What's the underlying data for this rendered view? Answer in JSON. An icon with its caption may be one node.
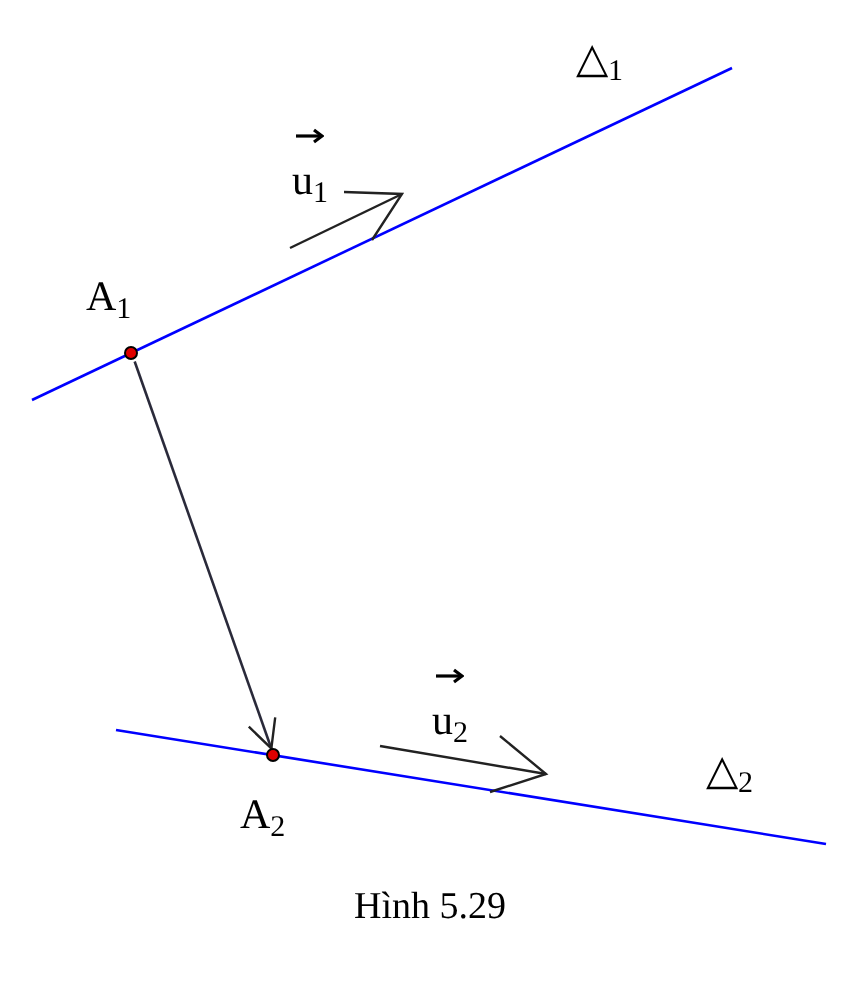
{
  "diagram": {
    "caption": "Hình 5.29",
    "nodes": [
      {
        "text": [],
        "shape": "circle",
        "beside": [
          "A$_{1}$"
        ]
      },
      {
        "text": [],
        "shape": "circle",
        "beside": [
          "A$_{2}$"
        ]
      }
    ],
    "edges": [
      {
        "from": 0,
        "to": 1,
        "arrow": "to"
      }
    ],
    "labels": [
      "△$_{1}$",
      "u$_{1}$",
      "u$_{2}$",
      "△$_{2}$"
    ]
  }
}
